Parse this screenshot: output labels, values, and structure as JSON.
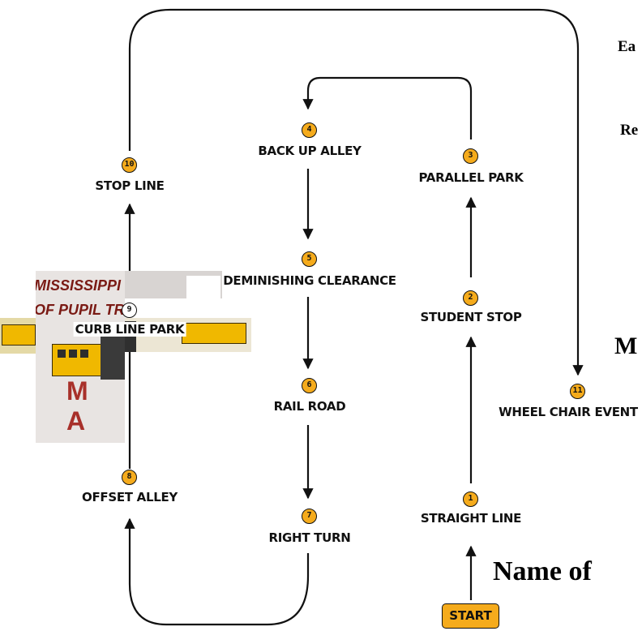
{
  "colors": {
    "badge": "#f5ab1c",
    "ink": "#111111",
    "photo_text": "#7a1a14"
  },
  "steps": [
    {
      "number": "1",
      "label": "STRAIGHT LINE"
    },
    {
      "number": "2",
      "label": "STUDENT STOP"
    },
    {
      "number": "3",
      "label": "PARALLEL PARK"
    },
    {
      "number": "4",
      "label": "BACK UP ALLEY"
    },
    {
      "number": "5",
      "label": "DEMINISHING CLEARANCE"
    },
    {
      "number": "6",
      "label": "RAIL ROAD"
    },
    {
      "number": "7",
      "label": "RIGHT TURN"
    },
    {
      "number": "8",
      "label": "OFFSET ALLEY"
    },
    {
      "number": "9",
      "label": "CURB LINE PARK"
    },
    {
      "number": "10",
      "label": "STOP LINE"
    },
    {
      "number": "11",
      "label": "WHEEL CHAIR EVENT"
    }
  ],
  "start_label": "START",
  "right_text": {
    "line1": "Ea",
    "line2": "Re",
    "line3": "M",
    "line4": "Name of"
  },
  "photo": {
    "line1": "MISSISSIPPI",
    "line2": "OF PUPIL TR",
    "big": "M A"
  }
}
